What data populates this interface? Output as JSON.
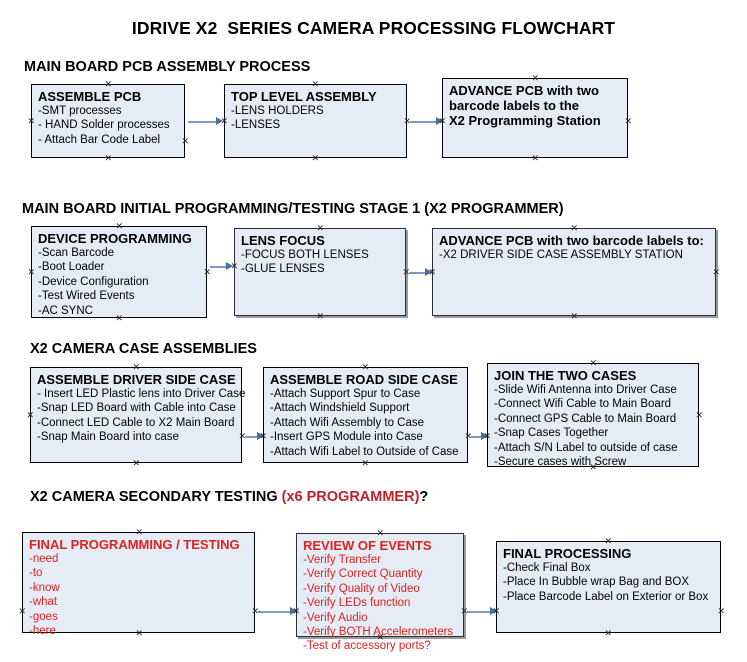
{
  "document": {
    "title": "IDRIVE X2  SERIES CAMERA PROCESSING FLOWCHART"
  },
  "sections": [
    {
      "id": "main-board-pcb-assembly",
      "header": "MAIN BOARD PCB ASSEMBLY PROCESS",
      "header_accent": ""
    },
    {
      "id": "main-board-initial-programming",
      "header": "MAIN BOARD INITIAL PROGRAMMING/TESTING STAGE 1 (X2 PROGRAMMER)",
      "header_accent": ""
    },
    {
      "id": "x2-camera-case-assemblies",
      "header": "X2 CAMERA CASE ASSEMBLIES",
      "header_accent": ""
    },
    {
      "id": "x2-camera-secondary-testing",
      "header": "X2 CAMERA SECONDARY TESTING ",
      "header_accent": "(x6 PROGRAMMER)",
      "header_tail": "?"
    }
  ],
  "nodes": {
    "assemble_pcb": {
      "title": "ASSEMBLE PCB",
      "lines": [
        "-SMT processes",
        "- HAND Solder processes",
        "- Attach Bar Code Label"
      ]
    },
    "top_level_assembly": {
      "title": "TOP LEVEL ASSEMBLY",
      "lines": [
        "-LENS HOLDERS",
        "-LENSES"
      ]
    },
    "advance_pcb_station": {
      "title": "ADVANCE PCB with two",
      "lines": [
        "barcode labels to the",
        " X2 Programming Station"
      ]
    },
    "device_programming": {
      "title": "DEVICE PROGRAMMING",
      "lines": [
        "-Scan Barcode",
        "-Boot Loader",
        "-Device Configuration",
        "-Test Wired Events",
        "-AC SYNC"
      ]
    },
    "lens_focus": {
      "title": "LENS FOCUS",
      "lines": [
        "-FOCUS BOTH LENSES",
        "-GLUE LENSES"
      ]
    },
    "advance_pcb_driver_side": {
      "title": "ADVANCE PCB with two barcode labels to:",
      "lines": [
        "-X2 DRIVER  SIDE  CASE  ASSEMBLY STATION"
      ]
    },
    "assemble_driver_side_case": {
      "title": "ASSEMBLE DRIVER SIDE CASE",
      "lines": [
        "- Insert LED Plastic lens into Driver Case",
        "-Snap LED Board with Cable into Case",
        "-Connect LED Cable to X2 Main Board",
        "-Snap Main Board into case"
      ]
    },
    "assemble_road_side_case": {
      "title": "ASSEMBLE ROAD SIDE CASE",
      "lines": [
        "-Attach Support Spur to Case",
        "-Attach Windshield Support",
        "-Attach Wifi Assembly to Case",
        "-Insert GPS Module into Case",
        "-Attach Wifi Label to Outside of Case"
      ]
    },
    "join_the_two_cases": {
      "title": "JOIN THE TWO CASES",
      "lines": [
        "-Slide Wifi Antenna into Driver Case",
        "-Connect Wifi Cable to Main Board",
        "-Connect GPS Cable to Main Board",
        "-Snap Cases Together",
        "-Attach S/N Label to outside of case",
        "-Secure cases with Screw"
      ]
    },
    "final_programming_testing": {
      "title": "FINAL PROGRAMMING / TESTING",
      "lines": [
        "-need",
        "-to",
        "-know",
        "-what",
        "-goes",
        "-here"
      ]
    },
    "review_of_events": {
      "title": "REVIEW OF EVENTS",
      "lines": [
        "-Verify Transfer",
        "-Verify Correct Quantity",
        "-Verify Quality of Video",
        "-Verify LEDs function",
        "-Verify Audio",
        "-Verify BOTH Accelerometers",
        "-Test of accessory ports?"
      ]
    },
    "final_processing": {
      "title": "FINAL PROCESSING",
      "lines": [
        " -Check Final Box",
        "-Place In Bubble wrap Bag and BOX",
        "-Place Barcode Label on Exterior or Box"
      ]
    }
  },
  "colors": {
    "node_fill": "#e6ecf5",
    "node_border": "#000000",
    "connector": "#7d9bbd",
    "accent_red": "#dd2222",
    "header_accent_red": "#c0202a"
  }
}
